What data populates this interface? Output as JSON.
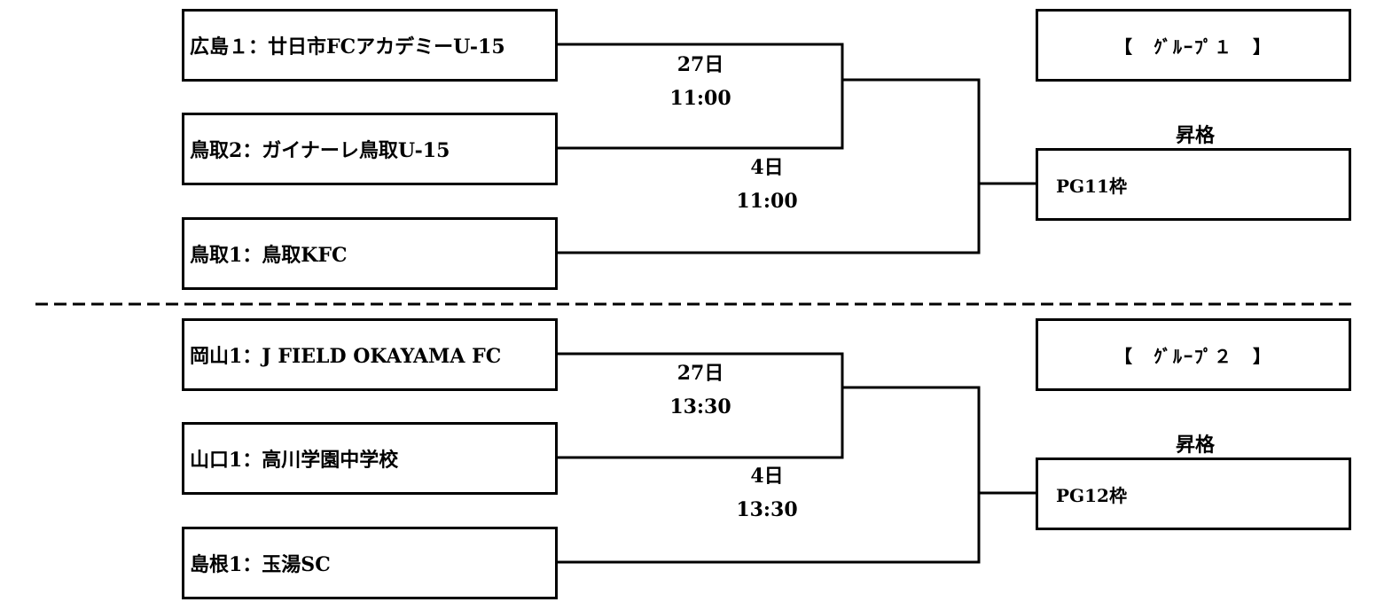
{
  "groups": [
    {
      "title": "【　ｸﾞﾙｰﾌﾟ１　】",
      "teams": [
        "広島１：廿日市FCアカデミーU-15",
        "鳥取2：ガイナーレ鳥取U-15",
        "鳥取1：鳥取KFC"
      ],
      "match1": {
        "day": "27日",
        "time": "11:00"
      },
      "match2": {
        "day": "4日",
        "time": "11:00"
      },
      "promotion_label": "昇格",
      "result_slot": "PG11枠"
    },
    {
      "title": "【　ｸﾞﾙｰﾌﾟ２　】",
      "teams": [
        "岡山1：J FIELD OKAYAMA FC",
        "山口1：高川学園中学校",
        "島根1：玉湯SC"
      ],
      "match1": {
        "day": "27日",
        "time": "13:30"
      },
      "match2": {
        "day": "4日",
        "time": "13:30"
      },
      "promotion_label": "昇格",
      "result_slot": "PG12枠"
    }
  ]
}
